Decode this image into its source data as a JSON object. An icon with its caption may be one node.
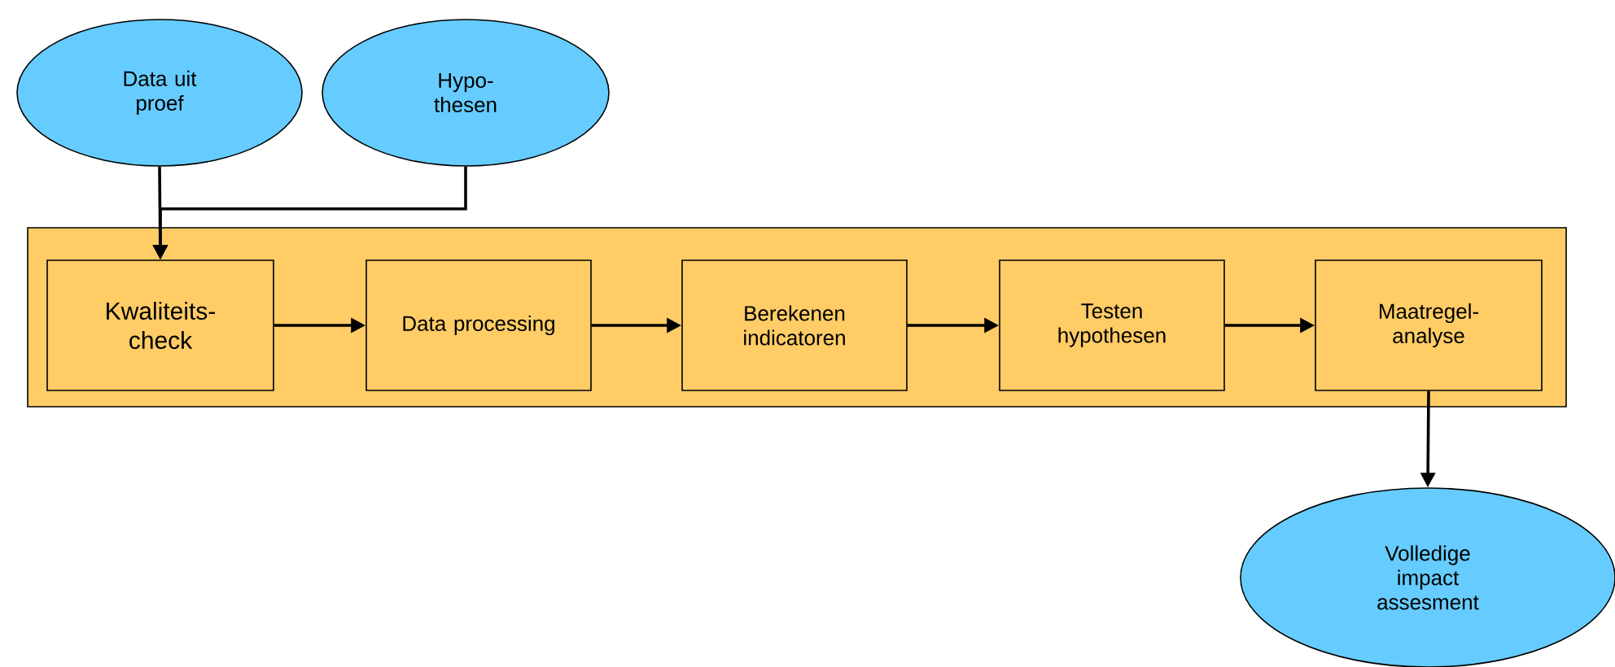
{
  "diagram": {
    "nodes": [
      {
        "text": [
          "Data uit proef"
        ]
      },
      {
        "text": [
          "Hypo- thesen"
        ]
      },
      {
        "text": [],
        "shape": "box"
      },
      {
        "text": [
          "Kwaliteits- check"
        ],
        "in": 2
      },
      {
        "text": [
          "Data processing"
        ],
        "in": 2
      },
      {
        "text": [
          "Berekenen indicatoren"
        ],
        "in": 2
      },
      {
        "text": [
          "Testen hypothesen"
        ],
        "in": 2
      },
      {
        "text": [
          "Maatregel- analyse"
        ],
        "in": 2
      },
      {
        "text": [
          "Volledige impact assesment"
        ]
      }
    ],
    "edges": [
      {
        "from": 0,
        "to": 3,
        "arrow": "to"
      },
      {
        "from": 1,
        "to": 3,
        "arrow": "to"
      },
      {
        "from": 3,
        "to": 4,
        "arrow": "to"
      },
      {
        "from": 4,
        "to": 5,
        "arrow": "to"
      },
      {
        "from": 5,
        "to": 6,
        "arrow": "to"
      },
      {
        "from": 6,
        "to": 7,
        "arrow": "to"
      },
      {
        "from": 7,
        "to": 8,
        "arrow": "to"
      }
    ]
  }
}
